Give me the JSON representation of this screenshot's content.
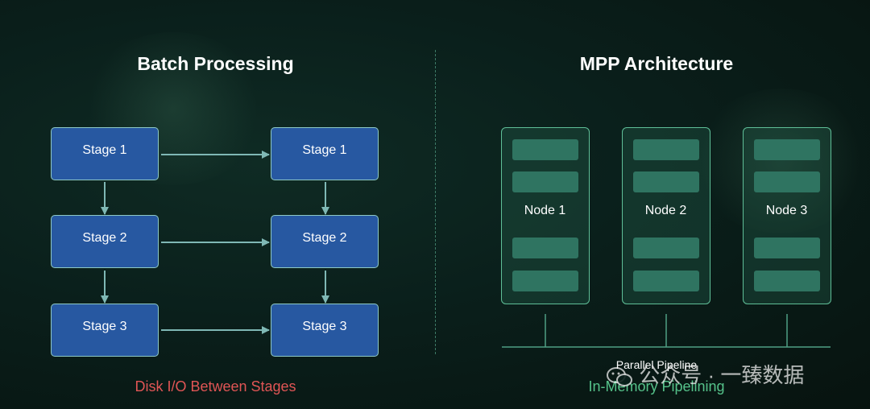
{
  "left_panel": {
    "title": "Batch Processing",
    "caption": "Disk I/O Between Stages",
    "columns": [
      {
        "stages": [
          "Stage 1",
          "Stage 2",
          "Stage 3"
        ]
      },
      {
        "stages": [
          "Stage 1",
          "Stage 2",
          "Stage 3"
        ]
      }
    ]
  },
  "right_panel": {
    "title": "MPP Architecture",
    "nodes": [
      "Node 1",
      "Node 2",
      "Node 3"
    ],
    "pipeline_label": "Parallel Pipeline",
    "caption": "In-Memory Pipelining"
  },
  "watermark": {
    "text": "公众号 · 一臻数据",
    "icon": "wechat-icon"
  },
  "colors": {
    "stage_fill": "#2758a1",
    "stage_border": "#8ec9c5",
    "connector": "#7fb8b5",
    "node_border": "#5fbf98",
    "disk_caption": "#e05555",
    "memory_caption": "#55c28a"
  }
}
